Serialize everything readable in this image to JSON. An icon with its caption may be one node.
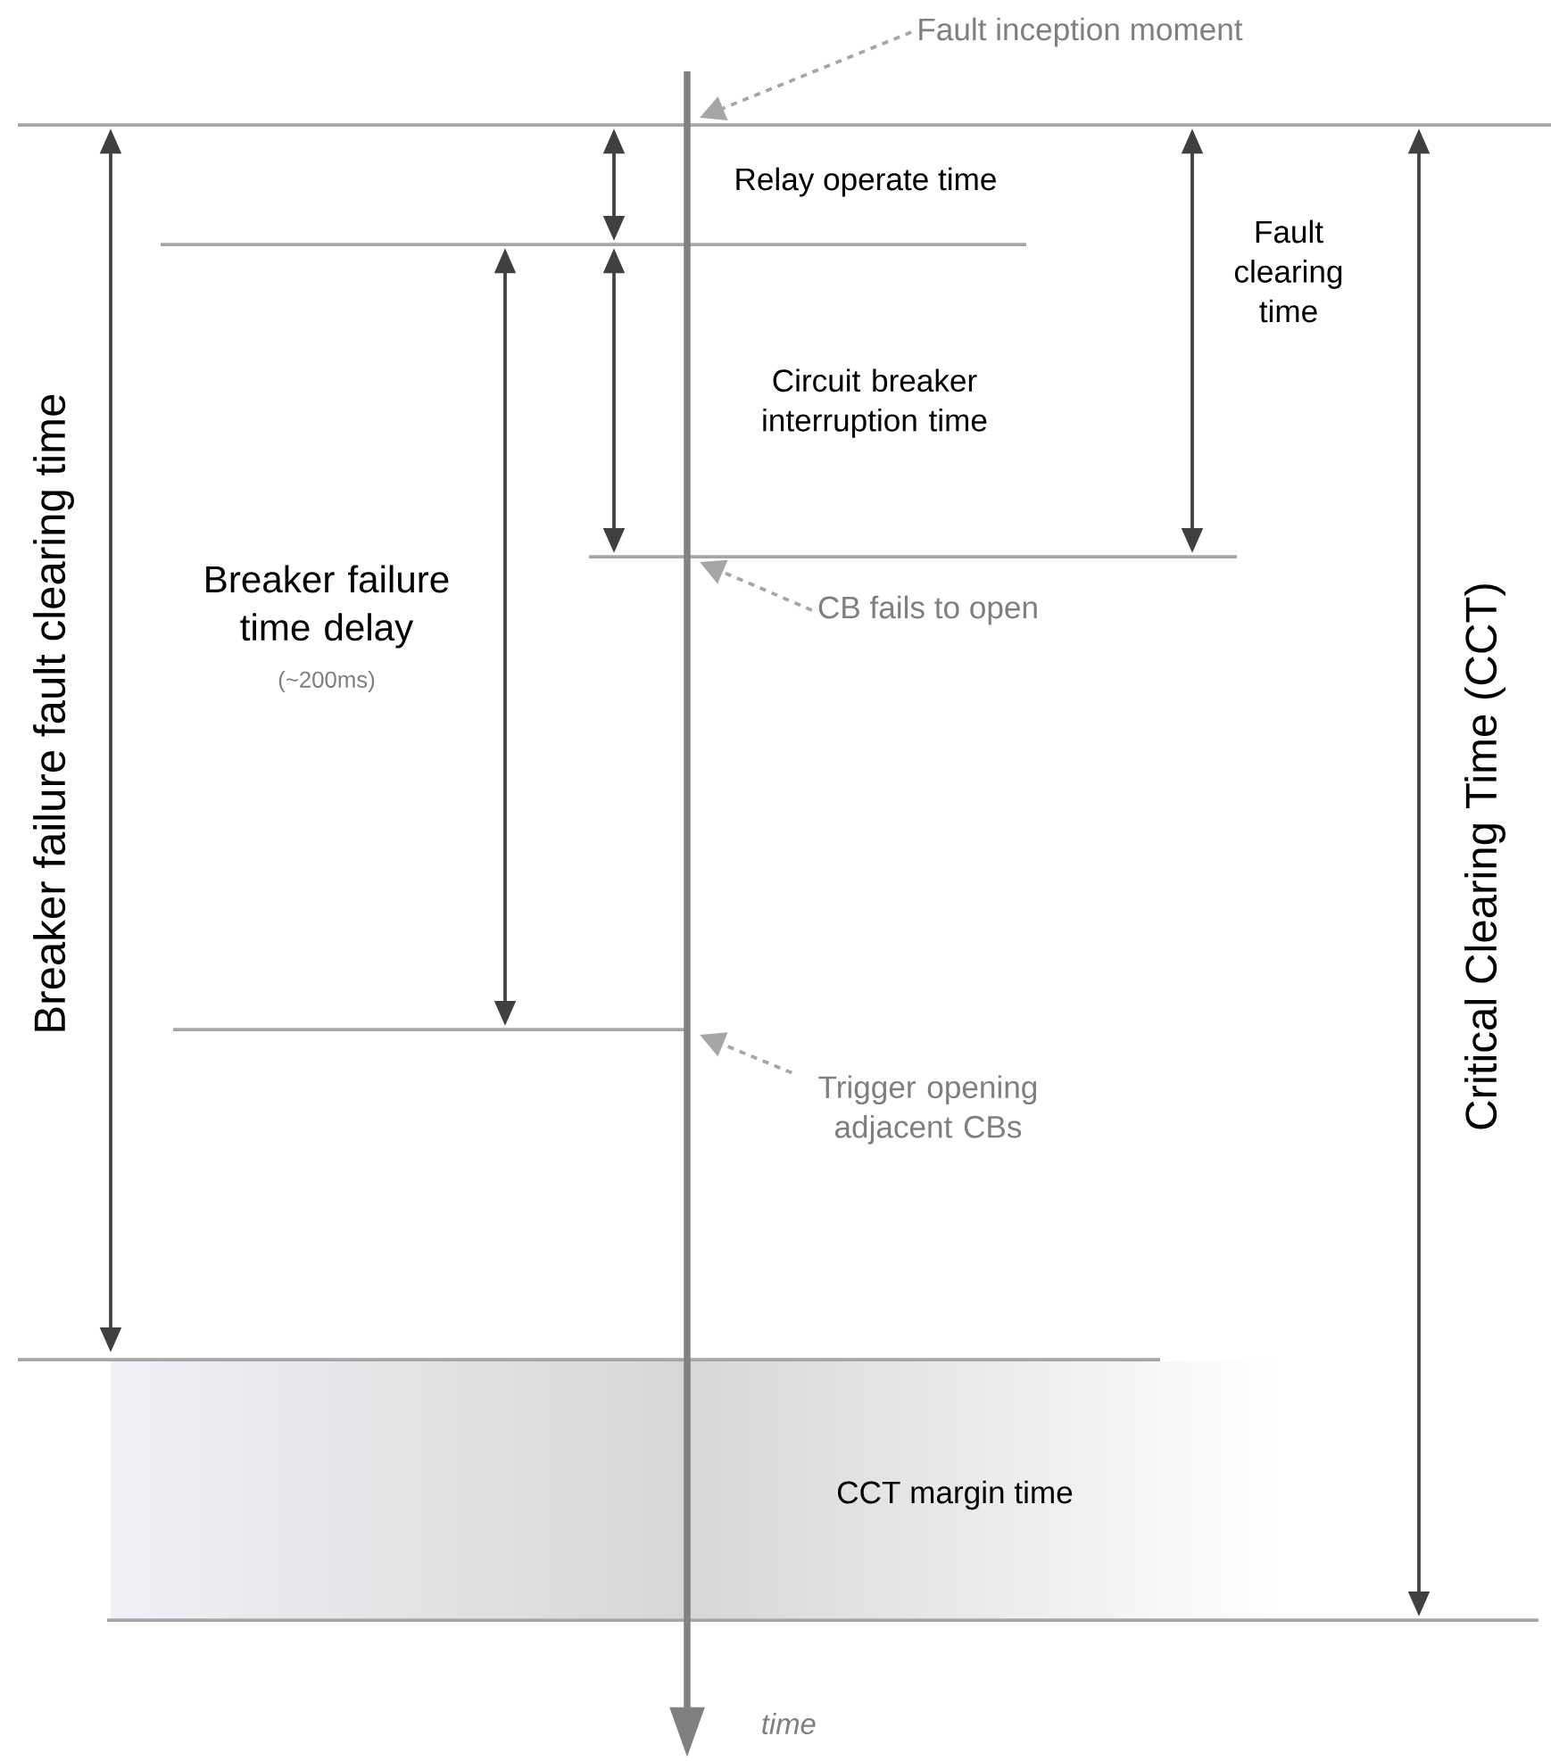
{
  "diagram": {
    "nodes": [
      {
        "text": [
          "Fault inception moment"
        ]
      },
      {
        "text": [
          "CB fails to open"
        ]
      },
      {
        "text": [
          "Trigger opening adjacent CBs"
        ]
      },
      {
        "text": [
          "CCT margin time"
        ]
      }
    ],
    "edges": [
      {
        "from": 0,
        "to": null,
        "arrow": "to",
        "style": "dashed"
      },
      {
        "from": 1,
        "to": null,
        "arrow": "to",
        "style": "dashed"
      },
      {
        "from": 2,
        "to": null,
        "arrow": "to",
        "style": "dashed"
      }
    ],
    "labels": [
      "Relay operate time",
      "Fault clearing time",
      "Circuit breaker interruption time",
      "Breaker failure time delay",
      "(~200ms)",
      "Breaker failure fault clearing time",
      "Critical Clearing Time (CCT)",
      "time"
    ]
  }
}
